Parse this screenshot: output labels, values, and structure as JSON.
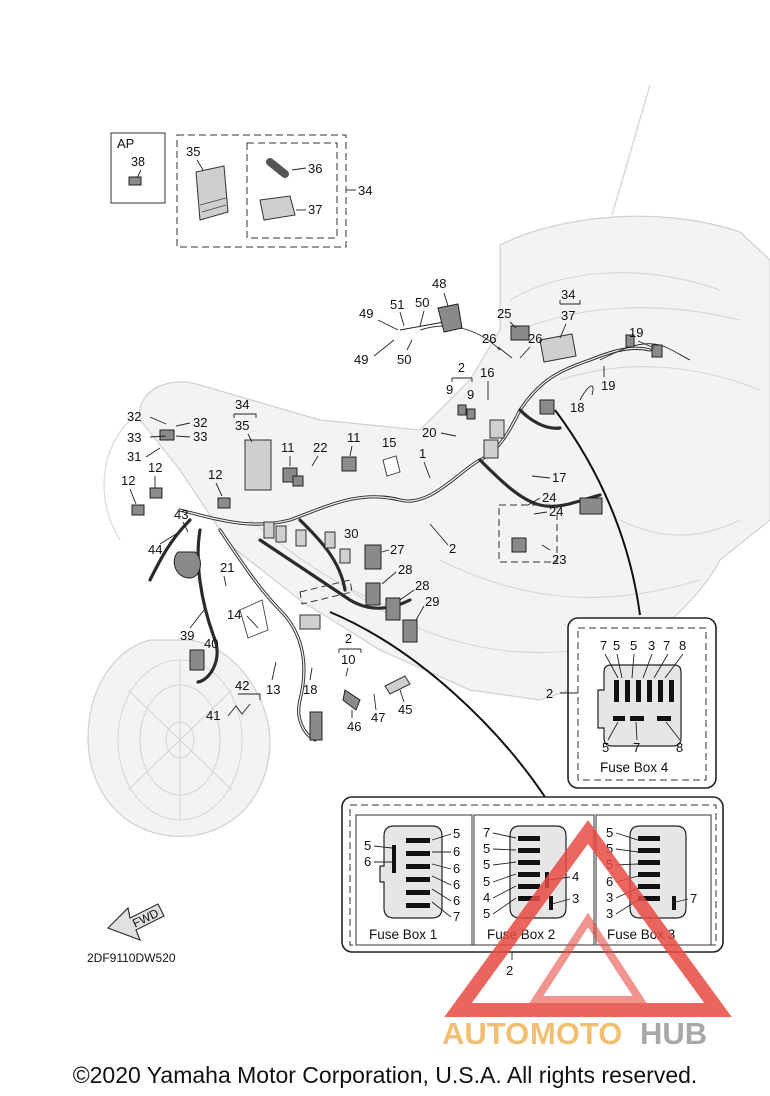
{
  "copyright": "©2020 Yamaha Motor Corporation, U.S.A. All rights reserved.",
  "drawing_code": "2DF9110DW520",
  "fwd_label": "FWD",
  "watermark": {
    "text_part1": "AUTO",
    "text_part2": "MOTO",
    "text_part3": "HUB",
    "color_red": "#e84b44",
    "color_orange": "#f0b55a",
    "color_gray": "#9a9a9a"
  },
  "top_inset": {
    "ap_label": "AP",
    "parts": [
      "38",
      "35",
      "36",
      "37",
      "34"
    ]
  },
  "callouts": {
    "c48": "48",
    "c34a": "34",
    "c37a": "37",
    "c49a": "49",
    "c51": "51",
    "c50a": "50",
    "c49b": "49",
    "c50b": "50",
    "c25": "25",
    "c26a": "26",
    "c26b": "26",
    "c19a": "19",
    "c19b": "19",
    "c2a": "2",
    "c9a": "9",
    "c9b": "9",
    "c16": "16",
    "c18a": "18",
    "c32a": "32",
    "c32b": "32",
    "c33a": "33",
    "c33b": "33",
    "c34b": "34",
    "c35b": "35",
    "c20": "20",
    "c31": "31",
    "c11a": "11",
    "c22": "22",
    "c11b": "11",
    "c15": "15",
    "c1": "1",
    "c12a": "12",
    "c12b": "12",
    "c12c": "12",
    "c17": "17",
    "c24a": "24",
    "c24b": "24",
    "c43": "43",
    "c44": "44",
    "c2b": "2",
    "c30": "30",
    "c27": "27",
    "c23": "23",
    "c21": "21",
    "c28a": "28",
    "c28b": "28",
    "c29": "29",
    "c14": "14",
    "c39": "39",
    "c40": "40",
    "c2c": "2",
    "c10": "10",
    "c42": "42",
    "c13": "13",
    "c18b": "18",
    "c45": "45",
    "c41": "41",
    "c46": "46",
    "c47": "47"
  },
  "fuse_box_4": {
    "ref": "2",
    "caption": "Fuse Box 4",
    "top_numbers": [
      "7",
      "5",
      "5",
      "3",
      "7",
      "8"
    ],
    "bottom_numbers": [
      "5",
      "7",
      "8"
    ]
  },
  "fuse_group_ref": "2",
  "fuse_box_1": {
    "caption": "Fuse Box 1",
    "left_numbers": [
      "5",
      "6"
    ],
    "right_numbers": [
      "5",
      "6",
      "6",
      "6",
      "6",
      "7"
    ]
  },
  "fuse_box_2": {
    "caption": "Fuse Box 2",
    "left_numbers": [
      "7",
      "5",
      "5",
      "5",
      "4",
      "5"
    ],
    "right_numbers": [
      "4",
      "3"
    ]
  },
  "fuse_box_3": {
    "caption": "Fuse Box 3",
    "left_numbers": [
      "5",
      "5",
      "5",
      "6",
      "3",
      "3"
    ],
    "right_numbers": [
      "7"
    ]
  }
}
